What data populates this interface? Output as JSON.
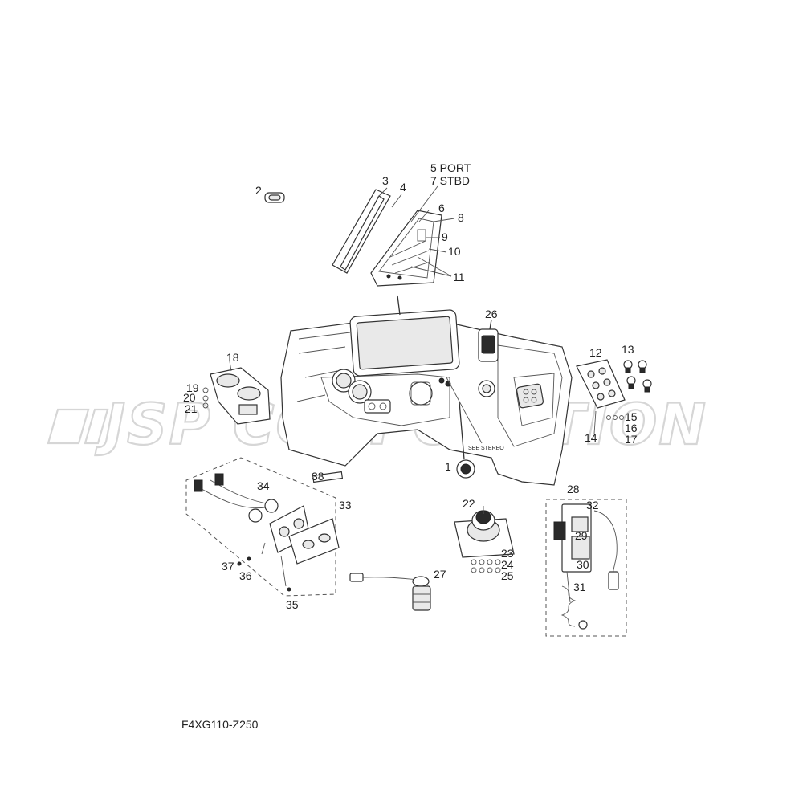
{
  "figure": {
    "code": "F4XG110-Z250",
    "watermark": "JSP CORPORATION",
    "note": "SEE STEREO"
  },
  "callouts": {
    "c1": "1",
    "c2": "2",
    "c3": "3",
    "c4": "4",
    "c5": "5 PORT",
    "c7": "7 STBD",
    "c6": "6",
    "c8": "8",
    "c9": "9",
    "c10": "10",
    "c11": "11",
    "c12": "12",
    "c13": "13",
    "c14": "14",
    "c15": "15",
    "c16": "16",
    "c17": "17",
    "c18": "18",
    "c19": "19",
    "c20": "20",
    "c21": "21",
    "c22": "22",
    "c23": "23",
    "c24": "24",
    "c25": "25",
    "c26": "26",
    "c27": "27",
    "c28": "28",
    "c29": "29",
    "c30": "30",
    "c31": "31",
    "c32": "32",
    "c33": "33",
    "c34": "34",
    "c35": "35",
    "c36": "36",
    "c37": "37",
    "c38": "38"
  }
}
